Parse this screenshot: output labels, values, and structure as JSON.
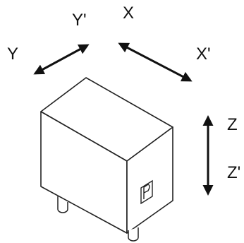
{
  "labels": {
    "y": "Y",
    "y_prime": "Y'",
    "x": "X",
    "x_prime": "X'",
    "z": "Z",
    "z_prime": "Z'"
  },
  "colors": {
    "ink": "#111111",
    "background": "#ffffff"
  }
}
